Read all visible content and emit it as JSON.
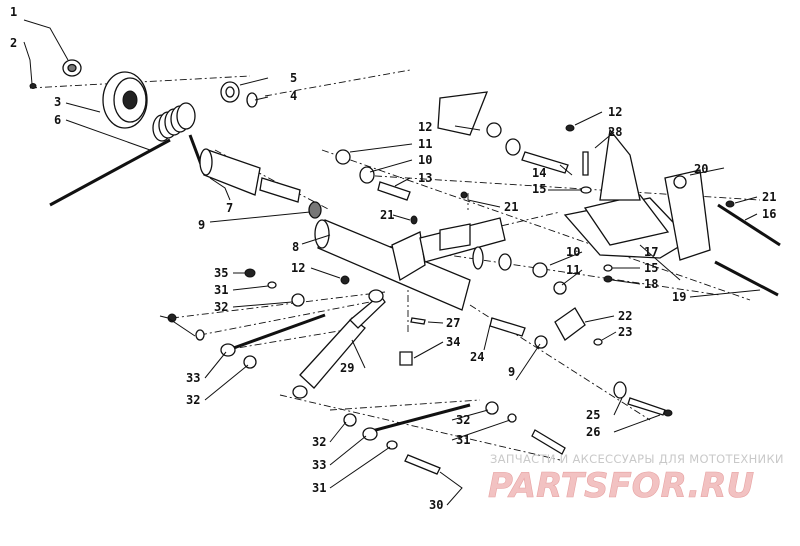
{
  "callouts": {
    "c1": "1",
    "c2": "2",
    "c3": "3",
    "c4": "4",
    "c5": "5",
    "c6": "6",
    "c7": "7",
    "c8": "8",
    "c9a": "9",
    "c9b": "9",
    "c10a": "10",
    "c10b": "10",
    "c11a": "11",
    "c11b": "11",
    "c12a": "12",
    "c12b": "12",
    "c12c": "12",
    "c13": "13",
    "c14": "14",
    "c15a": "15",
    "c15b": "15",
    "c16": "16",
    "c17": "17",
    "c18": "18",
    "c19": "19",
    "c20": "20",
    "c21a": "21",
    "c21b": "21",
    "c21c": "21",
    "c22": "22",
    "c23": "23",
    "c24": "24",
    "c25": "25",
    "c26": "26",
    "c27": "27",
    "c28": "28",
    "c29": "29",
    "c30": "30",
    "c31a": "31",
    "c31b": "31",
    "c31c": "31",
    "c32a": "32",
    "c32b": "32",
    "c32c": "32",
    "c32d": "32",
    "c33a": "33",
    "c33b": "33",
    "c34": "34",
    "c35": "35"
  },
  "watermark": {
    "tagline": "ЗАПЧАСТИ И АКСЕССУАРЫ ДЛЯ МОТОТЕХНИКИ",
    "logo": "PARTSFOR.RU"
  },
  "colors": {
    "ink": "#111111",
    "watermark_text": "#c9c9c9",
    "watermark_logo": "#f2c2c2"
  }
}
